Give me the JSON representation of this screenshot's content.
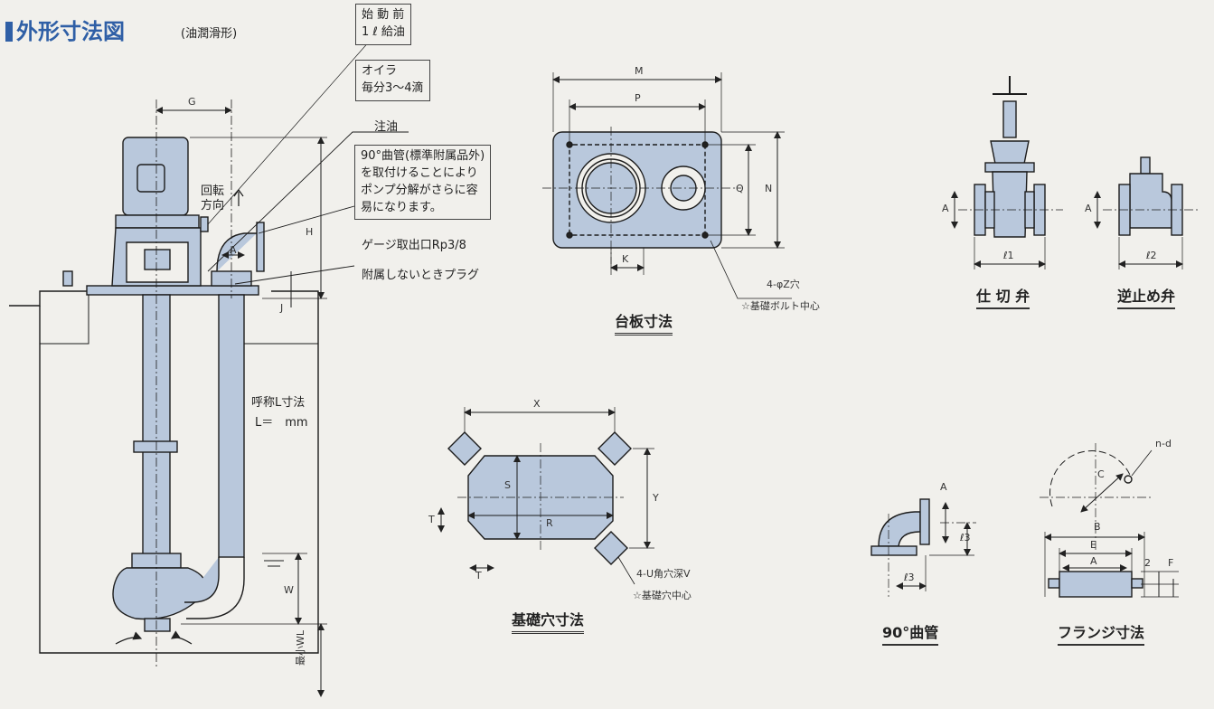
{
  "title": "外形寸法図",
  "subtitle": "(油潤滑形)",
  "notes": {
    "start_line1": "始 動 前",
    "start_line2": "1 ℓ 給油",
    "oiler_line1": "オイラ",
    "oiler_line2": "毎分3～4滴",
    "oil_fill": "注油",
    "bend_line1": "90°曲管(標準附属品外)",
    "bend_line2": "を取付けることにより",
    "bend_line3": "ポンプ分解がさらに容",
    "bend_line4": "易になります。",
    "gauge": "ゲージ取出口Rp3/8",
    "plug": "附属しないときプラグ",
    "rotation_line1": "回転",
    "rotation_line2": "方向",
    "nominal_l": "呼称L寸法",
    "l_value": "L＝　mm",
    "min_wl": "最小WL"
  },
  "dims_main": {
    "g": "G",
    "h": "H",
    "a": "A",
    "j": "J",
    "w": "W"
  },
  "baseplate": {
    "heading": "台板寸法",
    "m": "M",
    "p": "P",
    "n": "N",
    "q": "Q",
    "k": "K",
    "holes": "4-φZ穴",
    "bolt_center": "☆基礎ボルト中心"
  },
  "foundation": {
    "heading": "基礎穴寸法",
    "x": "X",
    "y": "Y",
    "r": "R",
    "s": "S",
    "t1": "T",
    "t2": "T",
    "holes": "4-U角穴深V",
    "hole_center": "☆基礎穴中心"
  },
  "valves": {
    "gate_heading": "仕 切 弁",
    "check_heading": "逆止め弁",
    "a1": "A",
    "a2": "A",
    "l1": "ℓ1",
    "l2": "ℓ2"
  },
  "elbow": {
    "heading": "90°曲管",
    "a": "A",
    "l3a": "ℓ3",
    "l3b": "ℓ3"
  },
  "flange": {
    "heading": "フランジ寸法",
    "nd": "n-d",
    "c": "C",
    "b": "B",
    "e": "E",
    "a": "A",
    "two": "2",
    "f": "F"
  },
  "colors": {
    "fill": "#b9c8dc",
    "ink": "#1c1c1c",
    "title": "#2f5fa6",
    "paper": "#f1f0ec"
  }
}
